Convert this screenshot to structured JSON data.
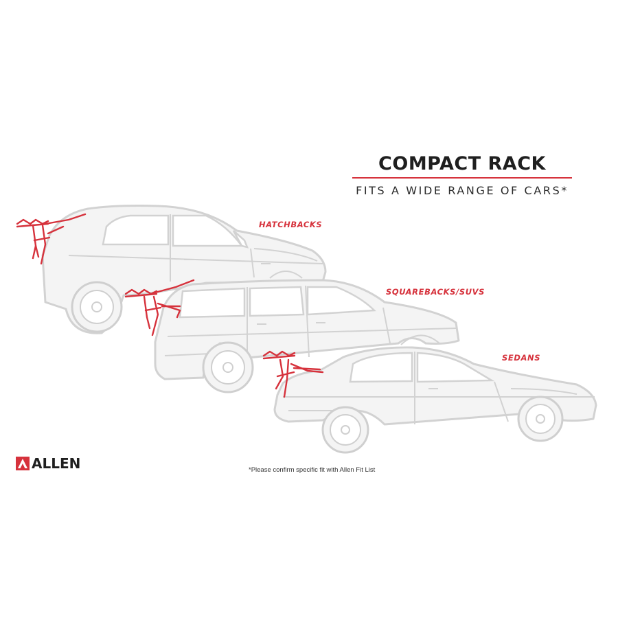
{
  "header": {
    "title": "COMPACT RACK",
    "subtitle": "FITS A WIDE RANGE OF CARS*"
  },
  "vehicles": [
    {
      "label": "HATCHBACKS"
    },
    {
      "label": "SQUAREBACKS/SUVS"
    },
    {
      "label": "SEDANS"
    }
  ],
  "footnote": "*Please confirm specific fit with Allen Fit List",
  "brand": {
    "name": "ALLEN"
  },
  "colors": {
    "accent": "#d6323c",
    "car_fill": "#f4f4f4",
    "car_outline": "#d2d2d2",
    "text": "#1f1f1f"
  },
  "icons": [
    "allen-logo-mark",
    "bike-rack-icon"
  ]
}
